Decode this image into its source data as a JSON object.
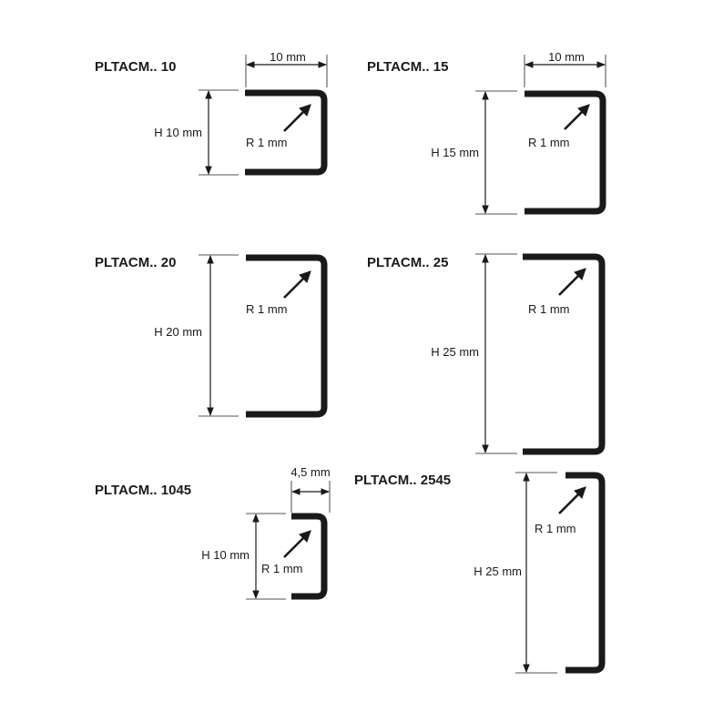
{
  "profiles": [
    {
      "code": "PLTACM.. 10",
      "height": "H 10 mm",
      "width": "10 mm",
      "radius": "R 1 mm"
    },
    {
      "code": "PLTACM.. 15",
      "height": "H 15 mm",
      "width": "10 mm",
      "radius": "R 1 mm"
    },
    {
      "code": "PLTACM..  20",
      "height": "H 20 mm",
      "radius": "R 1 mm"
    },
    {
      "code": "PLTACM.. 25",
      "height": "H 25 mm",
      "radius": "R 1 mm"
    },
    {
      "code": "PLTACM.. 1045",
      "height": "H 10 mm",
      "width": "4,5 mm",
      "radius": "R 1 mm"
    },
    {
      "code": "PLTACM.. 2545",
      "height": "H 25 mm",
      "radius": "R 1 mm"
    }
  ]
}
